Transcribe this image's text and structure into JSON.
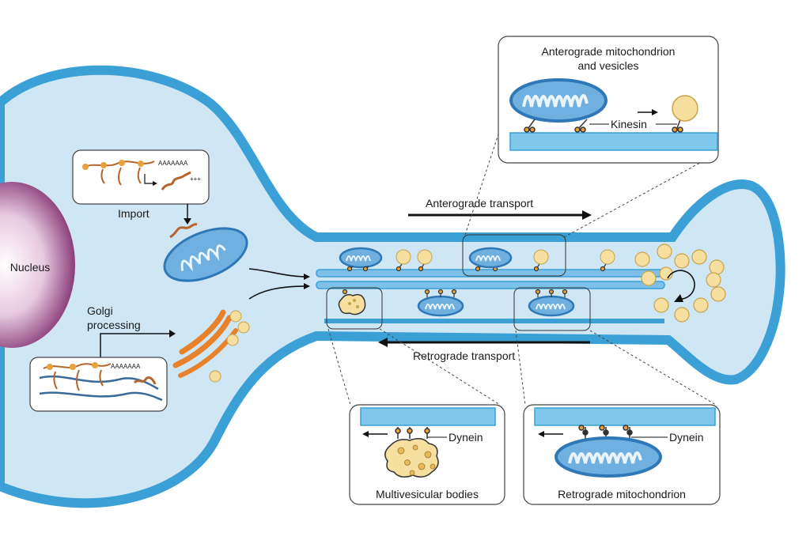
{
  "labels": {
    "nucleus": "Nucleus",
    "import": "Import",
    "golgi_line1": "Golgi",
    "golgi_line2": "processing",
    "polya": "AAAAAAA",
    "plus": "+++",
    "antero_transport": "Anterograde transport",
    "retro_transport": "Retrograde transport",
    "antero_box_line1": "Anterograde mitochondrion",
    "antero_box_line2": "and vesicles",
    "kinesin": "Kinesin",
    "dynein": "Dynein",
    "mvb": "Multivesicular bodies",
    "retro_mito": "Retrograde mitochondrion"
  },
  "colors": {
    "membrane": "#3aa0d6",
    "cytoplasm": "#cfe6f5",
    "mito_fill": "#6fb0e0",
    "mito_stroke": "#2e78b8",
    "vesicle": "#f7dfa0",
    "vesicle_stroke": "#c9a24a",
    "motor": "#e8a23a",
    "golgi": "#e8822a",
    "nucleus_edge": "#8a3d7a",
    "nucleus_center": "#ffffff",
    "rna": "#b5652b"
  }
}
